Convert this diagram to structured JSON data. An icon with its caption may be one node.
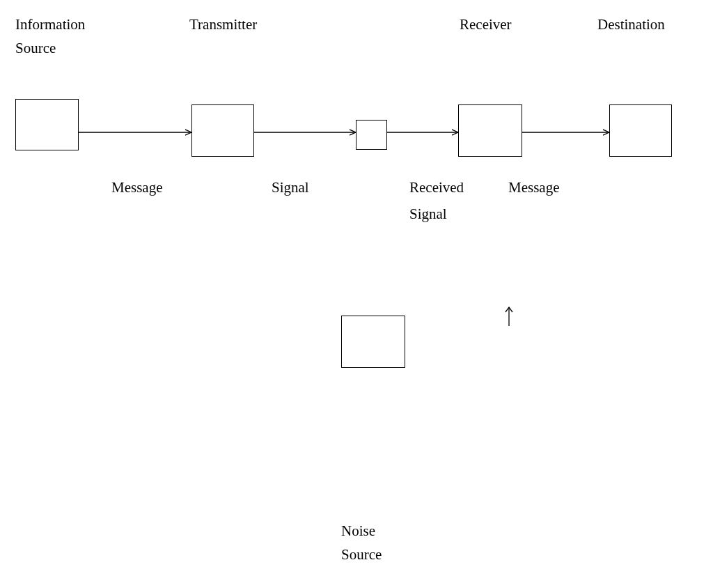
{
  "diagram": {
    "nodes": [
      {
        "text": [],
        "shape": "box"
      },
      {
        "text": [],
        "shape": "box"
      },
      {
        "text": [],
        "shape": "box"
      },
      {
        "text": [],
        "shape": "box"
      },
      {
        "text": [],
        "shape": "box"
      },
      {
        "text": [],
        "shape": "box"
      }
    ],
    "edges": [
      {
        "from": 0,
        "to": 1,
        "arrow": "to",
        "label": "Message"
      },
      {
        "from": 1,
        "to": 2,
        "arrow": "to",
        "label": "Signal"
      },
      {
        "from": 2,
        "to": 3,
        "arrow": "to",
        "label": "Received Signal"
      },
      {
        "from": 3,
        "to": 4,
        "arrow": "to",
        "label": "Message"
      }
    ],
    "labels": [
      "Information Source",
      "Transmitter",
      "Receiver",
      "Destination",
      "Noise Source"
    ]
  }
}
